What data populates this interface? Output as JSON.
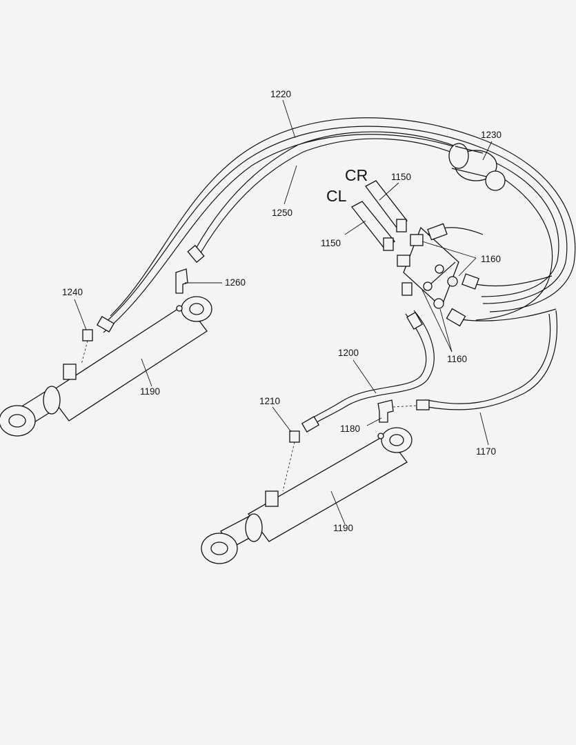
{
  "diagram": {
    "side_labels": {
      "cr": "CR",
      "cl": "CL"
    },
    "callouts": {
      "c1220": "1220",
      "c1230": "1230",
      "c1250": "1250",
      "c1150a": "1150",
      "c1150b": "1150",
      "c1160a": "1160",
      "c1160b": "1160",
      "c1240": "1240",
      "c1260": "1260",
      "c1190a": "1190",
      "c1190b": "1190",
      "c1200": "1200",
      "c1210": "1210",
      "c1180": "1180",
      "c1170": "1170"
    }
  }
}
